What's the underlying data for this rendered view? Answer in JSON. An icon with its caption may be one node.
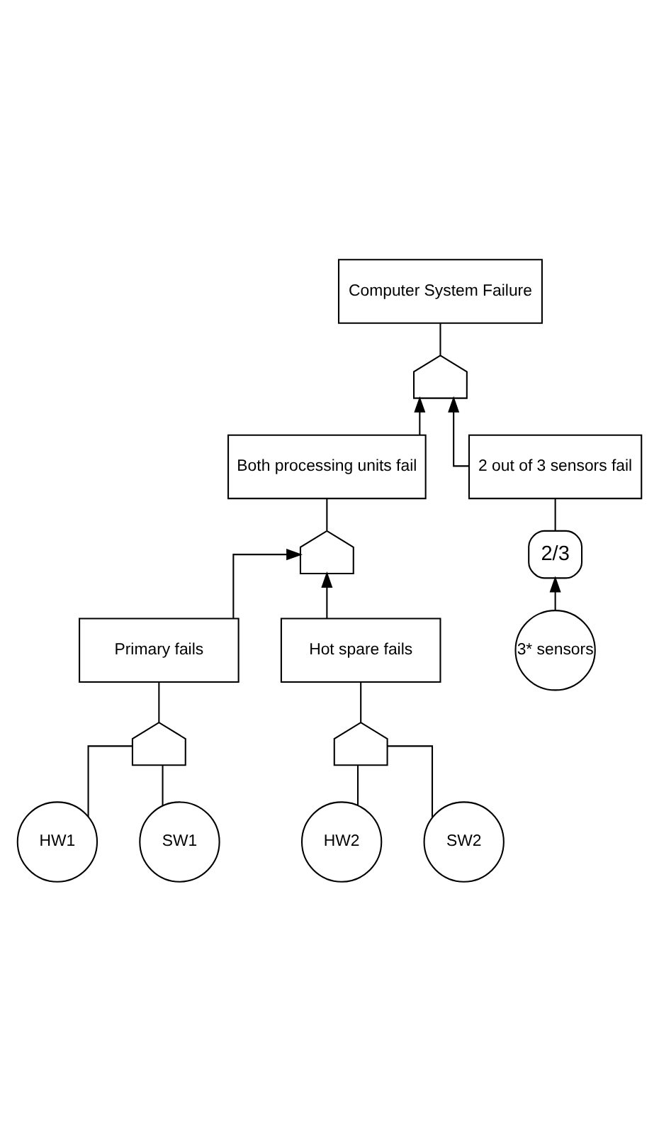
{
  "diagram": {
    "nodes": [
      {
        "text": [
          "Computer System Failure"
        ]
      },
      {
        "text": [],
        "shape": "gate"
      },
      {
        "text": [
          "Both processing units fail"
        ]
      },
      {
        "text": [],
        "shape": "gate"
      },
      {
        "text": [
          "2 out of 3 sensors fail"
        ]
      },
      {
        "text": [
          "2/3"
        ]
      },
      {
        "text": [
          "3* sensors"
        ]
      },
      {
        "text": [
          "Primary fails"
        ]
      },
      {
        "text": [],
        "shape": "gate"
      },
      {
        "text": [
          "Hot spare fails"
        ]
      },
      {
        "text": [],
        "shape": "gate"
      },
      {
        "text": [
          "HW1"
        ]
      },
      {
        "text": [
          "SW1"
        ]
      },
      {
        "text": [
          "HW2"
        ]
      },
      {
        "text": [
          "SW2"
        ]
      }
    ],
    "edges": [
      {
        "from": 1,
        "to": 0,
        "arrow": "none"
      },
      {
        "from": 2,
        "to": 1,
        "arrow": "to"
      },
      {
        "from": 4,
        "to": 1,
        "arrow": "to"
      },
      {
        "from": 3,
        "to": 2,
        "arrow": "none"
      },
      {
        "from": 5,
        "to": 4,
        "arrow": "none"
      },
      {
        "from": 6,
        "to": 5,
        "arrow": "to"
      },
      {
        "from": 7,
        "to": 3,
        "arrow": "to"
      },
      {
        "from": 9,
        "to": 3,
        "arrow": "to"
      },
      {
        "from": 8,
        "to": 7,
        "arrow": "none"
      },
      {
        "from": 10,
        "to": 9,
        "arrow": "none"
      },
      {
        "from": 11,
        "to": 8,
        "arrow": "none"
      },
      {
        "from": 12,
        "to": 8,
        "arrow": "none"
      },
      {
        "from": 13,
        "to": 10,
        "arrow": "none"
      },
      {
        "from": 14,
        "to": 10,
        "arrow": "none"
      }
    ]
  }
}
